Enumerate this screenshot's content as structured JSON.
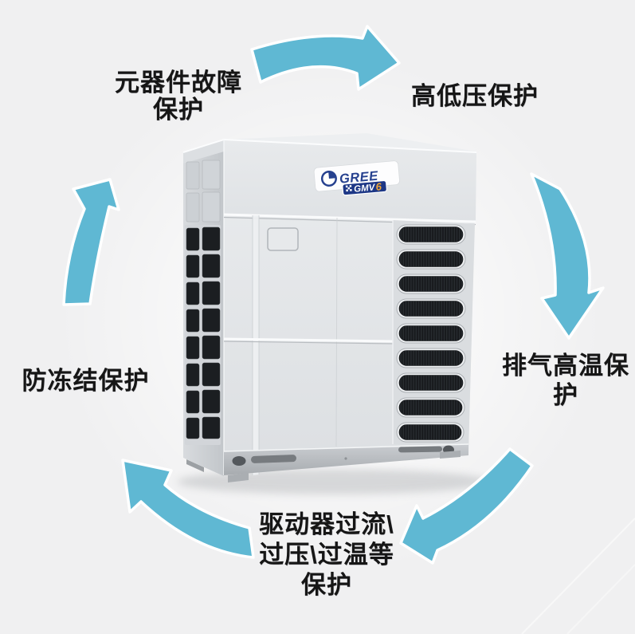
{
  "page": {
    "background": "#f0f0f1"
  },
  "colors": {
    "arrow_blue": "#5fb8d3",
    "arrow_outline": "#ffffff",
    "label_text": "#161616",
    "brand_blue": "#26418f",
    "badge_bg": "#1d3786",
    "badge_digit_orange": "#f1a636",
    "unit_body_gray": "#e2e5e7",
    "vent_dark": "#1b1e21"
  },
  "labels": {
    "top_left": {
      "line1": "元器件故障",
      "line2": "保护"
    },
    "top_right": {
      "line1": "高低压保护"
    },
    "right": {
      "line1": "排气高温保",
      "line2": "护"
    },
    "bottom": {
      "line1": "驱动器过流\\",
      "line2": "过压\\过温等",
      "line3": "保护"
    },
    "left": {
      "line1": "防冻结保护"
    }
  },
  "unit": {
    "brand": "GREE",
    "model_badge": "GMV",
    "model_badge_digit": "6"
  },
  "diagram": {
    "type": "cycle",
    "direction": "clockwise",
    "items": [
      "元器件故障保护",
      "高低压保护",
      "排气高温保护",
      "驱动器过流\\过压\\过温等保护",
      "防冻结保护"
    ]
  }
}
